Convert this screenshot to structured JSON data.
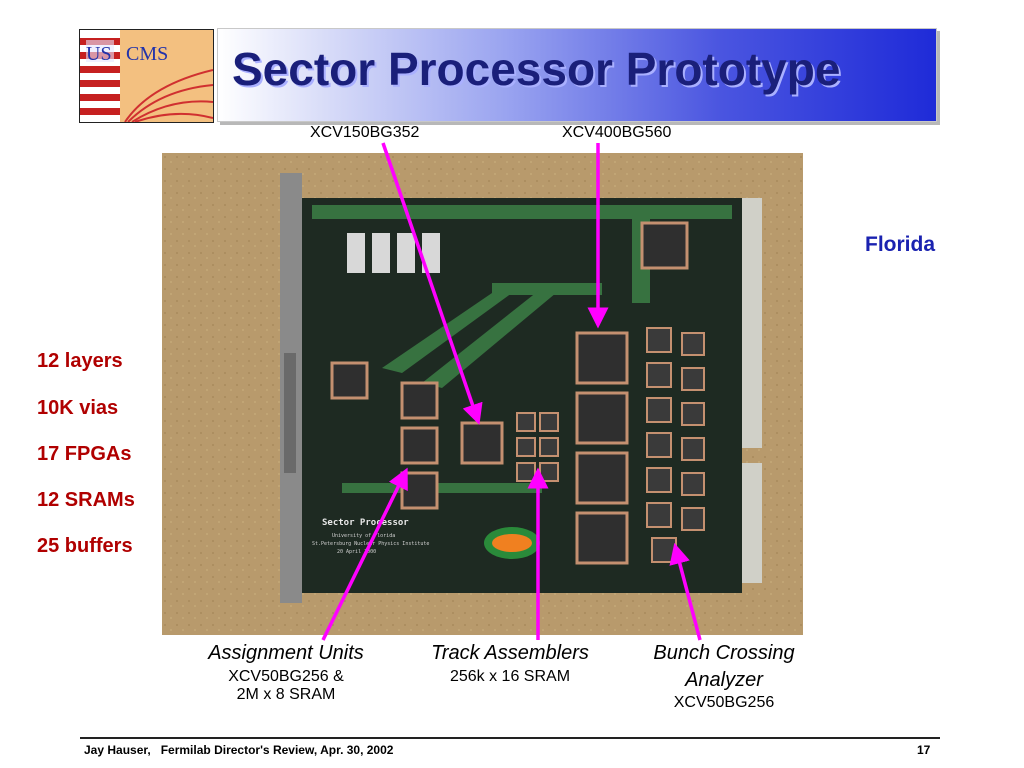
{
  "logo": {
    "text_us": "US",
    "text_cms": "CMS"
  },
  "title": "Sector Processor Prototype",
  "chip_labels": {
    "left": "XCV150BG352",
    "right": "XCV400BG560"
  },
  "board": {
    "silkscreen_title": "Sector Processor",
    "silkscreen_line1": "University of Florida",
    "silkscreen_line2": "St.Petersburg Nuclear Physics Institute",
    "silkscreen_date": "20 April 2000"
  },
  "florida": "Florida",
  "stats": [
    "12 layers",
    "10K vias",
    "17 FPGAs",
    "12 SRAMs",
    "25 buffers"
  ],
  "captions": {
    "assignment": {
      "title": "Assignment Units",
      "line1": "XCV50BG256 &",
      "line2": "2M x 8 SRAM"
    },
    "track": {
      "title": "Track Assemblers",
      "line1": "256k x 16 SRAM"
    },
    "bunch": {
      "title1": "Bunch Crossing",
      "title2": "Analyzer",
      "line1": "XCV50BG256"
    }
  },
  "colors": {
    "arrow": "#ff00ff",
    "stats": "#b00000",
    "florida": "#1a22b0",
    "title": "#1a1f7a"
  },
  "footer": {
    "text": "Jay Hauser,   Fermilab Director's Review, Apr. 30, 2002",
    "page": "17"
  }
}
